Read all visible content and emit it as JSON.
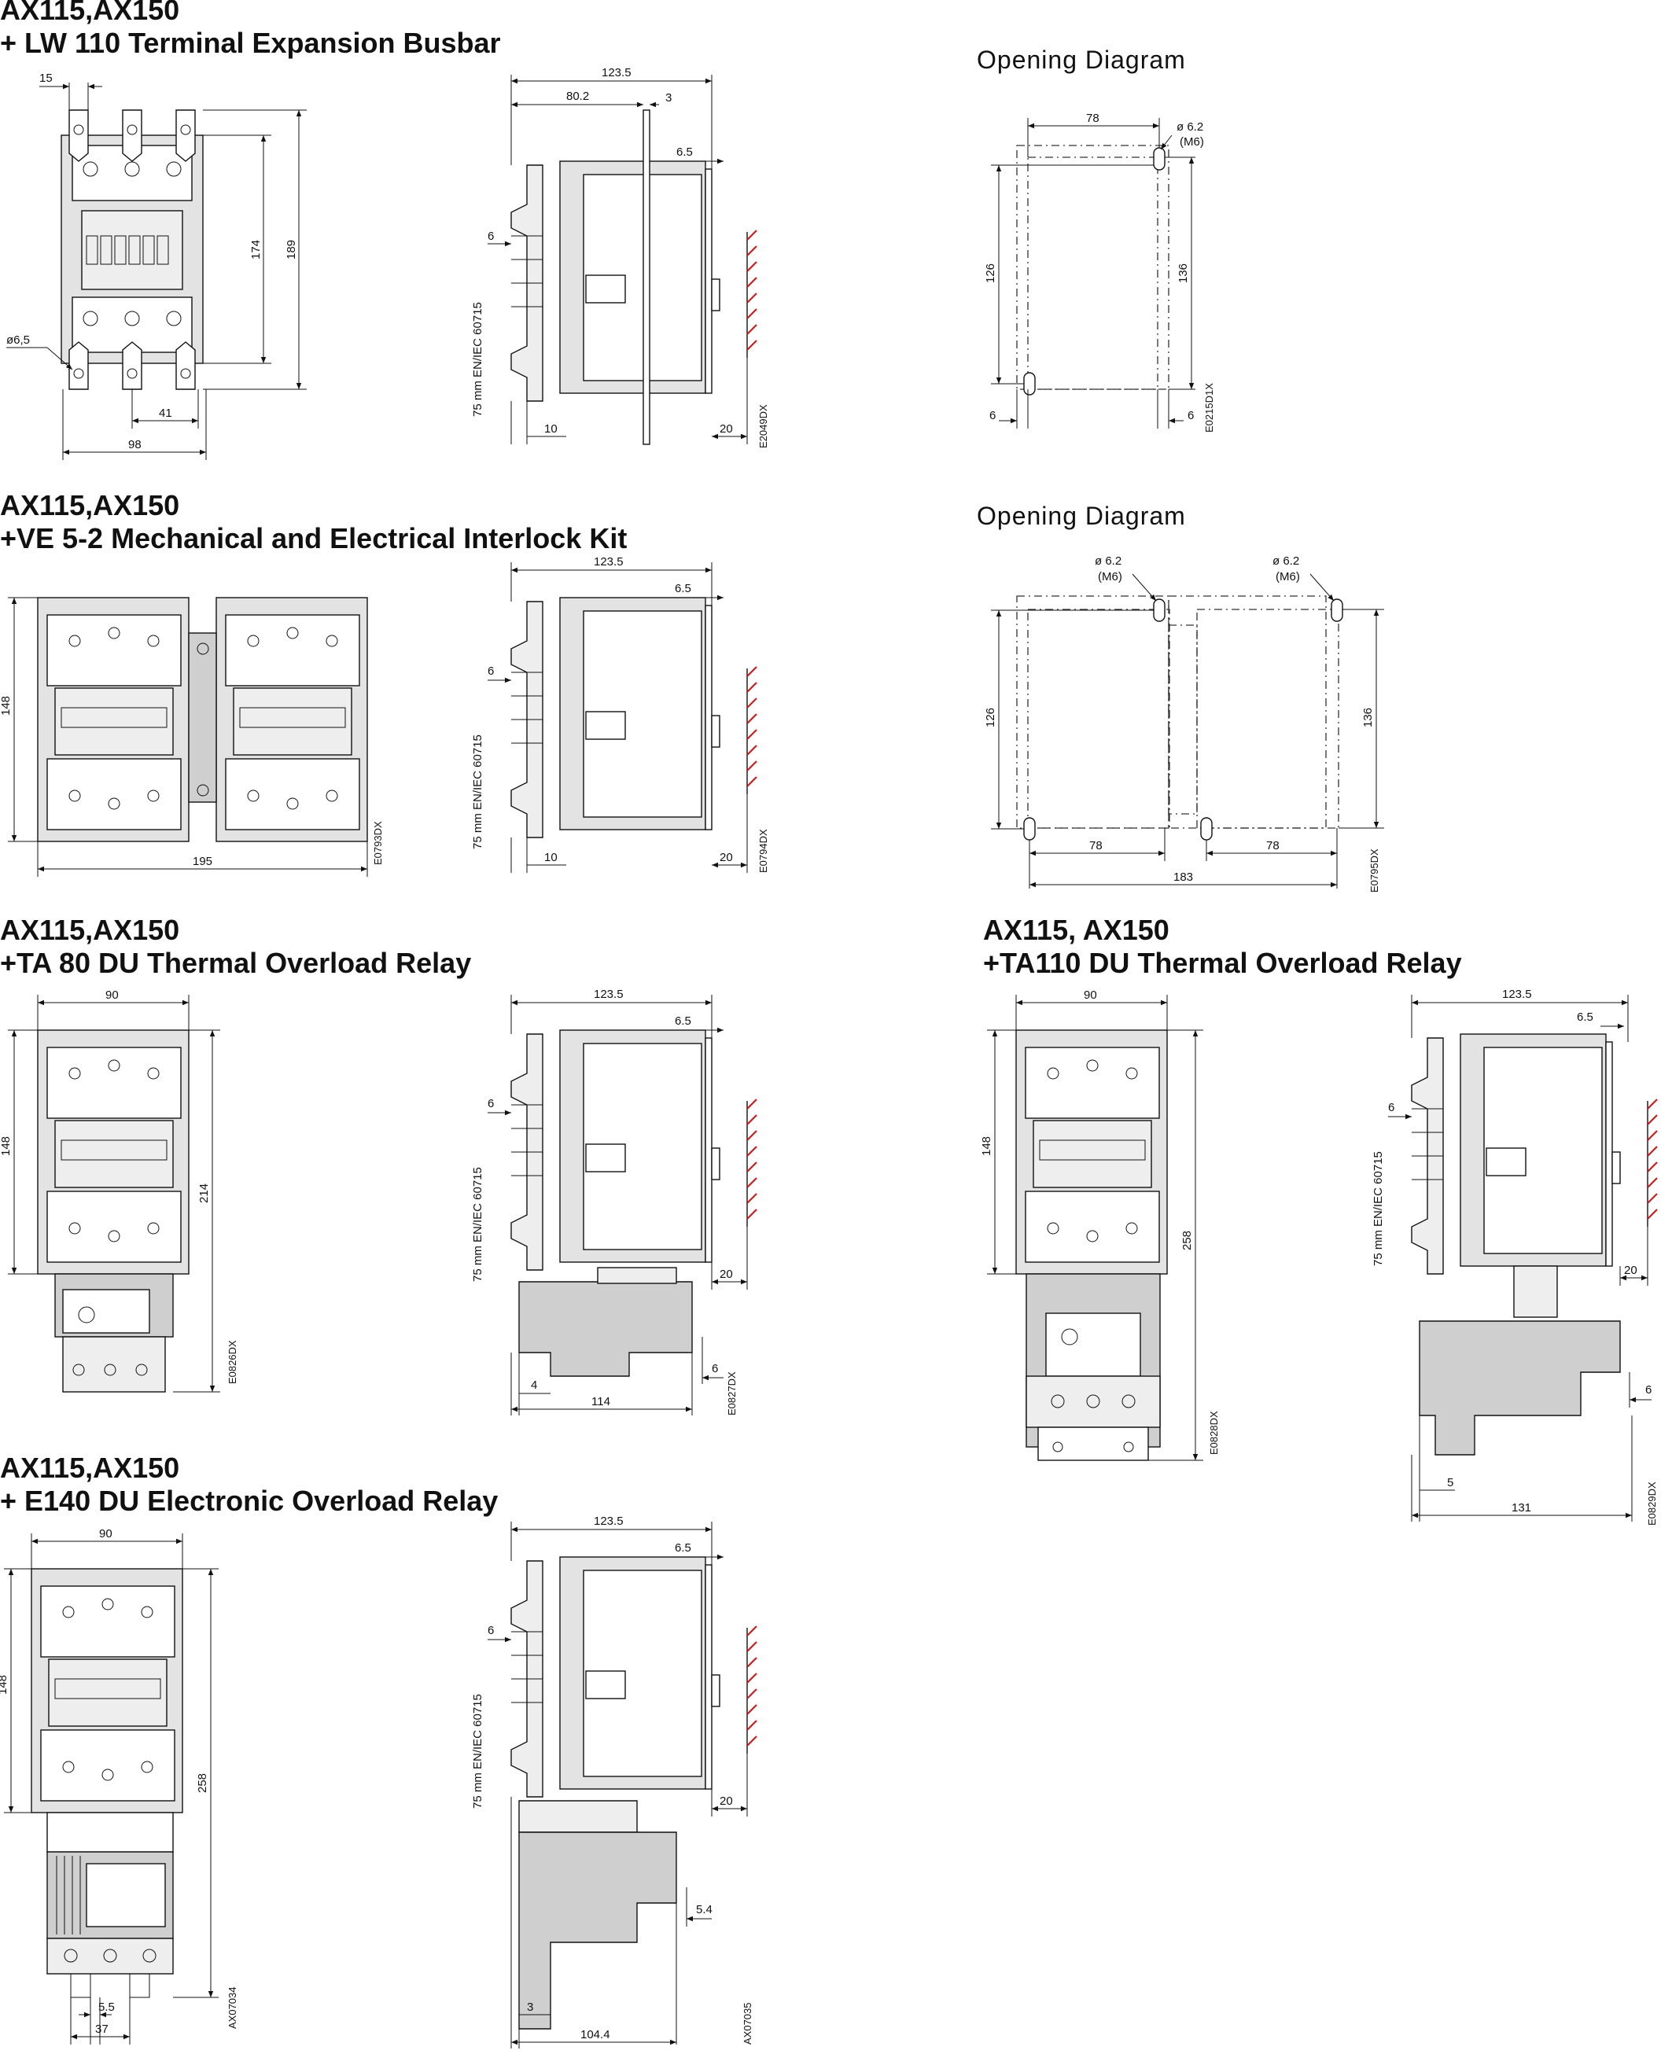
{
  "sections": [
    {
      "title": "AX115,AX150\n+ LW 110 Terminal Expansion Busbar"
    },
    {
      "title": "AX115,AX150\n+VE 5-2 Mechanical and Electrical Interlock Kit"
    },
    {
      "title": "AX115,AX150\n+TA 80 DU Thermal Overload Relay"
    },
    {
      "title": "AX115, AX150\n+TA110 DU Thermal Overload Relay"
    },
    {
      "title": "AX115,AX150\n+ E140 DU Electronic Overload Relay"
    }
  ],
  "opening_diagram_label": "Opening Diagram",
  "rail_note": "75 mm EN/IEC 60715",
  "busbar_front": {
    "d15": "15",
    "d174": "174",
    "d189": "189",
    "hole": "ø6,5",
    "d41": "41",
    "d98": "98"
  },
  "busbar_side": {
    "d123_5": "123.5",
    "d80_2": "80.2",
    "d3": "3",
    "d6_5": "6.5",
    "d6": "6",
    "d10": "10",
    "d20": "20",
    "code": "E2049DX"
  },
  "opening1": {
    "d78": "78",
    "hole": "ø 6.2",
    "m6": "(M6)",
    "d126": "126",
    "d136": "136",
    "d6a": "6",
    "d6b": "6",
    "code": "E0215D1X"
  },
  "interlock_front": {
    "d148": "148",
    "d195": "195",
    "code": "E0793DX"
  },
  "interlock_side": {
    "d123_5": "123.5",
    "d6_5": "6.5",
    "d6": "6",
    "d10": "10",
    "d20": "20",
    "code": "E0794DX"
  },
  "opening2": {
    "hole": "ø 6.2",
    "m6": "(M6)",
    "d126": "126",
    "d136": "136",
    "d78a": "78",
    "d78b": "78",
    "d183": "183",
    "code": "E0795DX"
  },
  "ta80_front": {
    "d90": "90",
    "d148": "148",
    "d214": "214",
    "code": "E0826DX"
  },
  "ta80_side": {
    "d123_5": "123.5",
    "d6_5": "6.5",
    "d6": "6",
    "d20": "20",
    "d4": "4",
    "d6b": "6",
    "d114": "114",
    "code": "E0827DX"
  },
  "ta110_front": {
    "d90": "90",
    "d148": "148",
    "d258": "258",
    "code": "E0828DX"
  },
  "ta110_side": {
    "d123_5": "123.5",
    "d6_5": "6.5",
    "d6": "6",
    "d20": "20",
    "d6b": "6",
    "d5": "5",
    "d131": "131",
    "code": "E0829DX"
  },
  "e140_front": {
    "d90": "90",
    "d148": "148",
    "d258": "258",
    "d5_5": "5.5",
    "d37": "37",
    "code": "AX07034"
  },
  "e140_side": {
    "d123_5": "123.5",
    "d6_5": "6.5",
    "d6": "6",
    "d20": "20",
    "d5_4": "5.4",
    "d3": "3",
    "d104_4": "104.4",
    "code": "AX07035"
  }
}
